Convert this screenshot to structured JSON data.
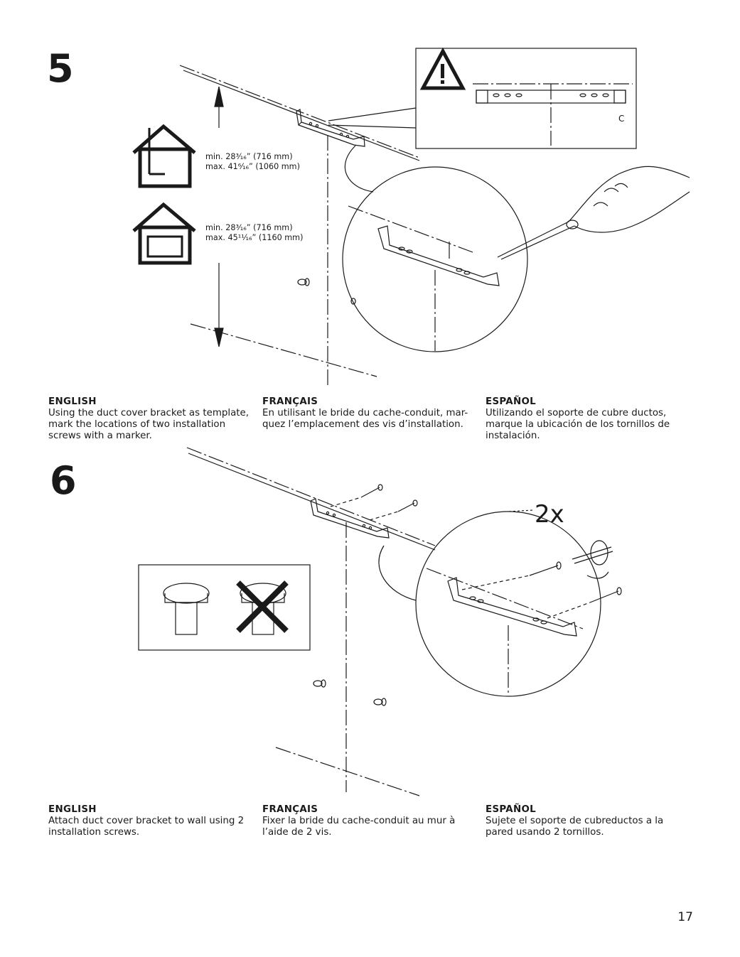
{
  "page_number": "17",
  "step5": {
    "number": "5",
    "callout_label": "C",
    "warning_icon": "warning-triangle-icon",
    "measure_a": {
      "min": "min. 28³⁄₁₆” (716 mm)",
      "max": "max. 41⁶⁄₁₆” (1060 mm)",
      "icon": "house-straight-duct-icon"
    },
    "measure_b": {
      "min": "min. 28³⁄₁₆” (716 mm)",
      "max": "max. 45¹¹⁄₁₆” (1160 mm)",
      "icon": "house-recirculating-duct-icon"
    },
    "text": {
      "english": {
        "heading": "ENGLISH",
        "body": "Using the duct cover bracket as template,\nmark the locations of two installation\nscrews with a marker."
      },
      "french": {
        "heading": "FRANÇAIS",
        "body": "En utilisant le bride du cache-conduit, mar-\nquez l’emplacement des vis d’installation."
      },
      "spanish": {
        "heading": "ESPAÑOL",
        "body": "Utilizando el soporte de cubre ductos,\nmarque la ubicación de los tornillos de\ninstalación."
      }
    }
  },
  "step6": {
    "number": "6",
    "count_label": "2x",
    "text": {
      "english": {
        "heading": "ENGLISH",
        "body": "Attach duct cover bracket to wall using 2\ninstallation screws."
      },
      "french": {
        "heading": "FRANÇAIS",
        "body": "Fixer la bride du cache-conduit au mur à\nl’aide de 2 vis."
      },
      "spanish": {
        "heading": "ESPAÑOL",
        "body": "Sujete el soporte de cubreductos a la\npared usando 2 tornillos."
      }
    }
  }
}
